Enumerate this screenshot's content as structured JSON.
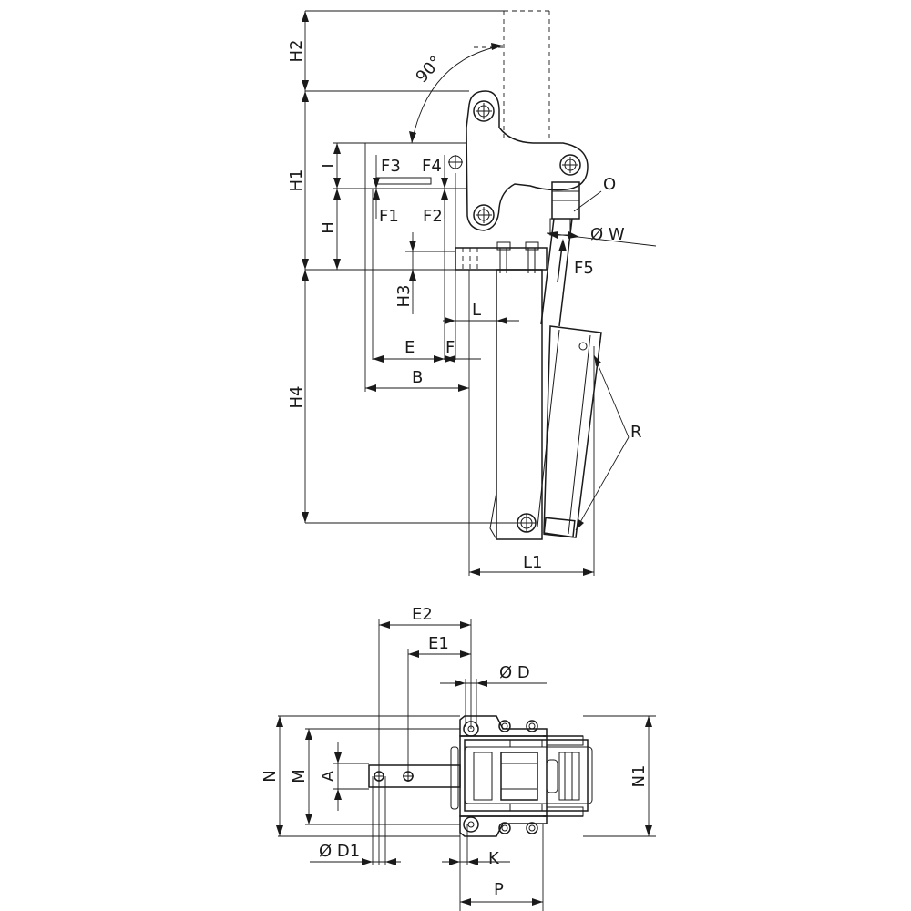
{
  "labels": {
    "H2": "H2",
    "H1": "H1",
    "H": "H",
    "I": "I",
    "H3": "H3",
    "H4": "H4",
    "F1": "F1",
    "F2": "F2",
    "F3": "F3",
    "F4": "F4",
    "F5": "F5",
    "L": "L",
    "E": "E",
    "F": "F",
    "B": "B",
    "L1": "L1",
    "O": "O",
    "W": "Ø W",
    "R": "R",
    "angle": "90°",
    "E2": "E2",
    "E1": "E1",
    "D": "Ø D",
    "N": "N",
    "M": "M",
    "A": "A",
    "N1": "N1",
    "D1": "Ø D1",
    "K": "K",
    "P": "P"
  }
}
